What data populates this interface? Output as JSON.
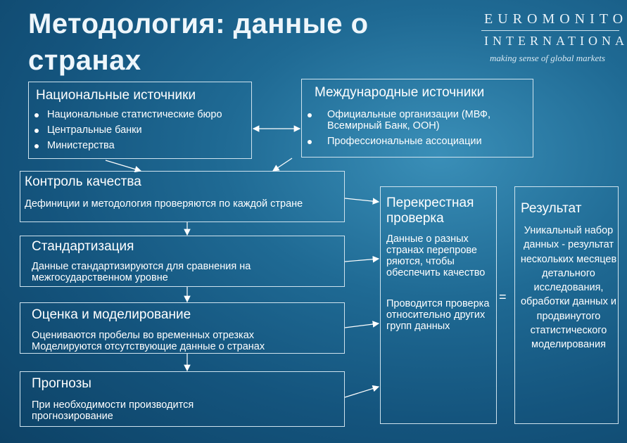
{
  "title": "Методология: данные о странах",
  "logo": {
    "line1": "EUROMONITOR",
    "line2": "INTERNATIONAL",
    "tagline": "making sense of global markets"
  },
  "national": {
    "heading": "Национальные источники",
    "items": [
      "Национальные статистические бюро",
      "Центральные банки",
      "Министерства"
    ]
  },
  "international": {
    "heading": "Международные источники",
    "items": [
      "Официальные организации (МВФ, Всемирный Банк, ООН)",
      "Профессиональные ассоциации"
    ]
  },
  "steps": [
    {
      "heading": "Контроль качества",
      "text": "Дефиниции и методология проверяются по каждой стране"
    },
    {
      "heading": "Стандартизация",
      "text": "Данные стандартизируются для сравнения на межгосударственном уровне"
    },
    {
      "heading": "Оценка и моделирование",
      "text": "Оцениваются пробелы во временных отрезках Моделируются отсутствующие данные о странах"
    },
    {
      "heading": "Прогнозы",
      "text": "При необходимости производится прогнозирование"
    }
  ],
  "cross_check": {
    "heading": "Перекрестная проверка",
    "text1": "Данные о разных странах перепрове ряются, чтобы обеспечить качество",
    "text2": "Проводится проверка относительно других групп данных"
  },
  "equals": "=",
  "result": {
    "heading": "Результат",
    "text": "Уникальный набор данных - результат нескольких месяцев детального исследования, обработки данных и продвинутого статистического моделирования"
  }
}
